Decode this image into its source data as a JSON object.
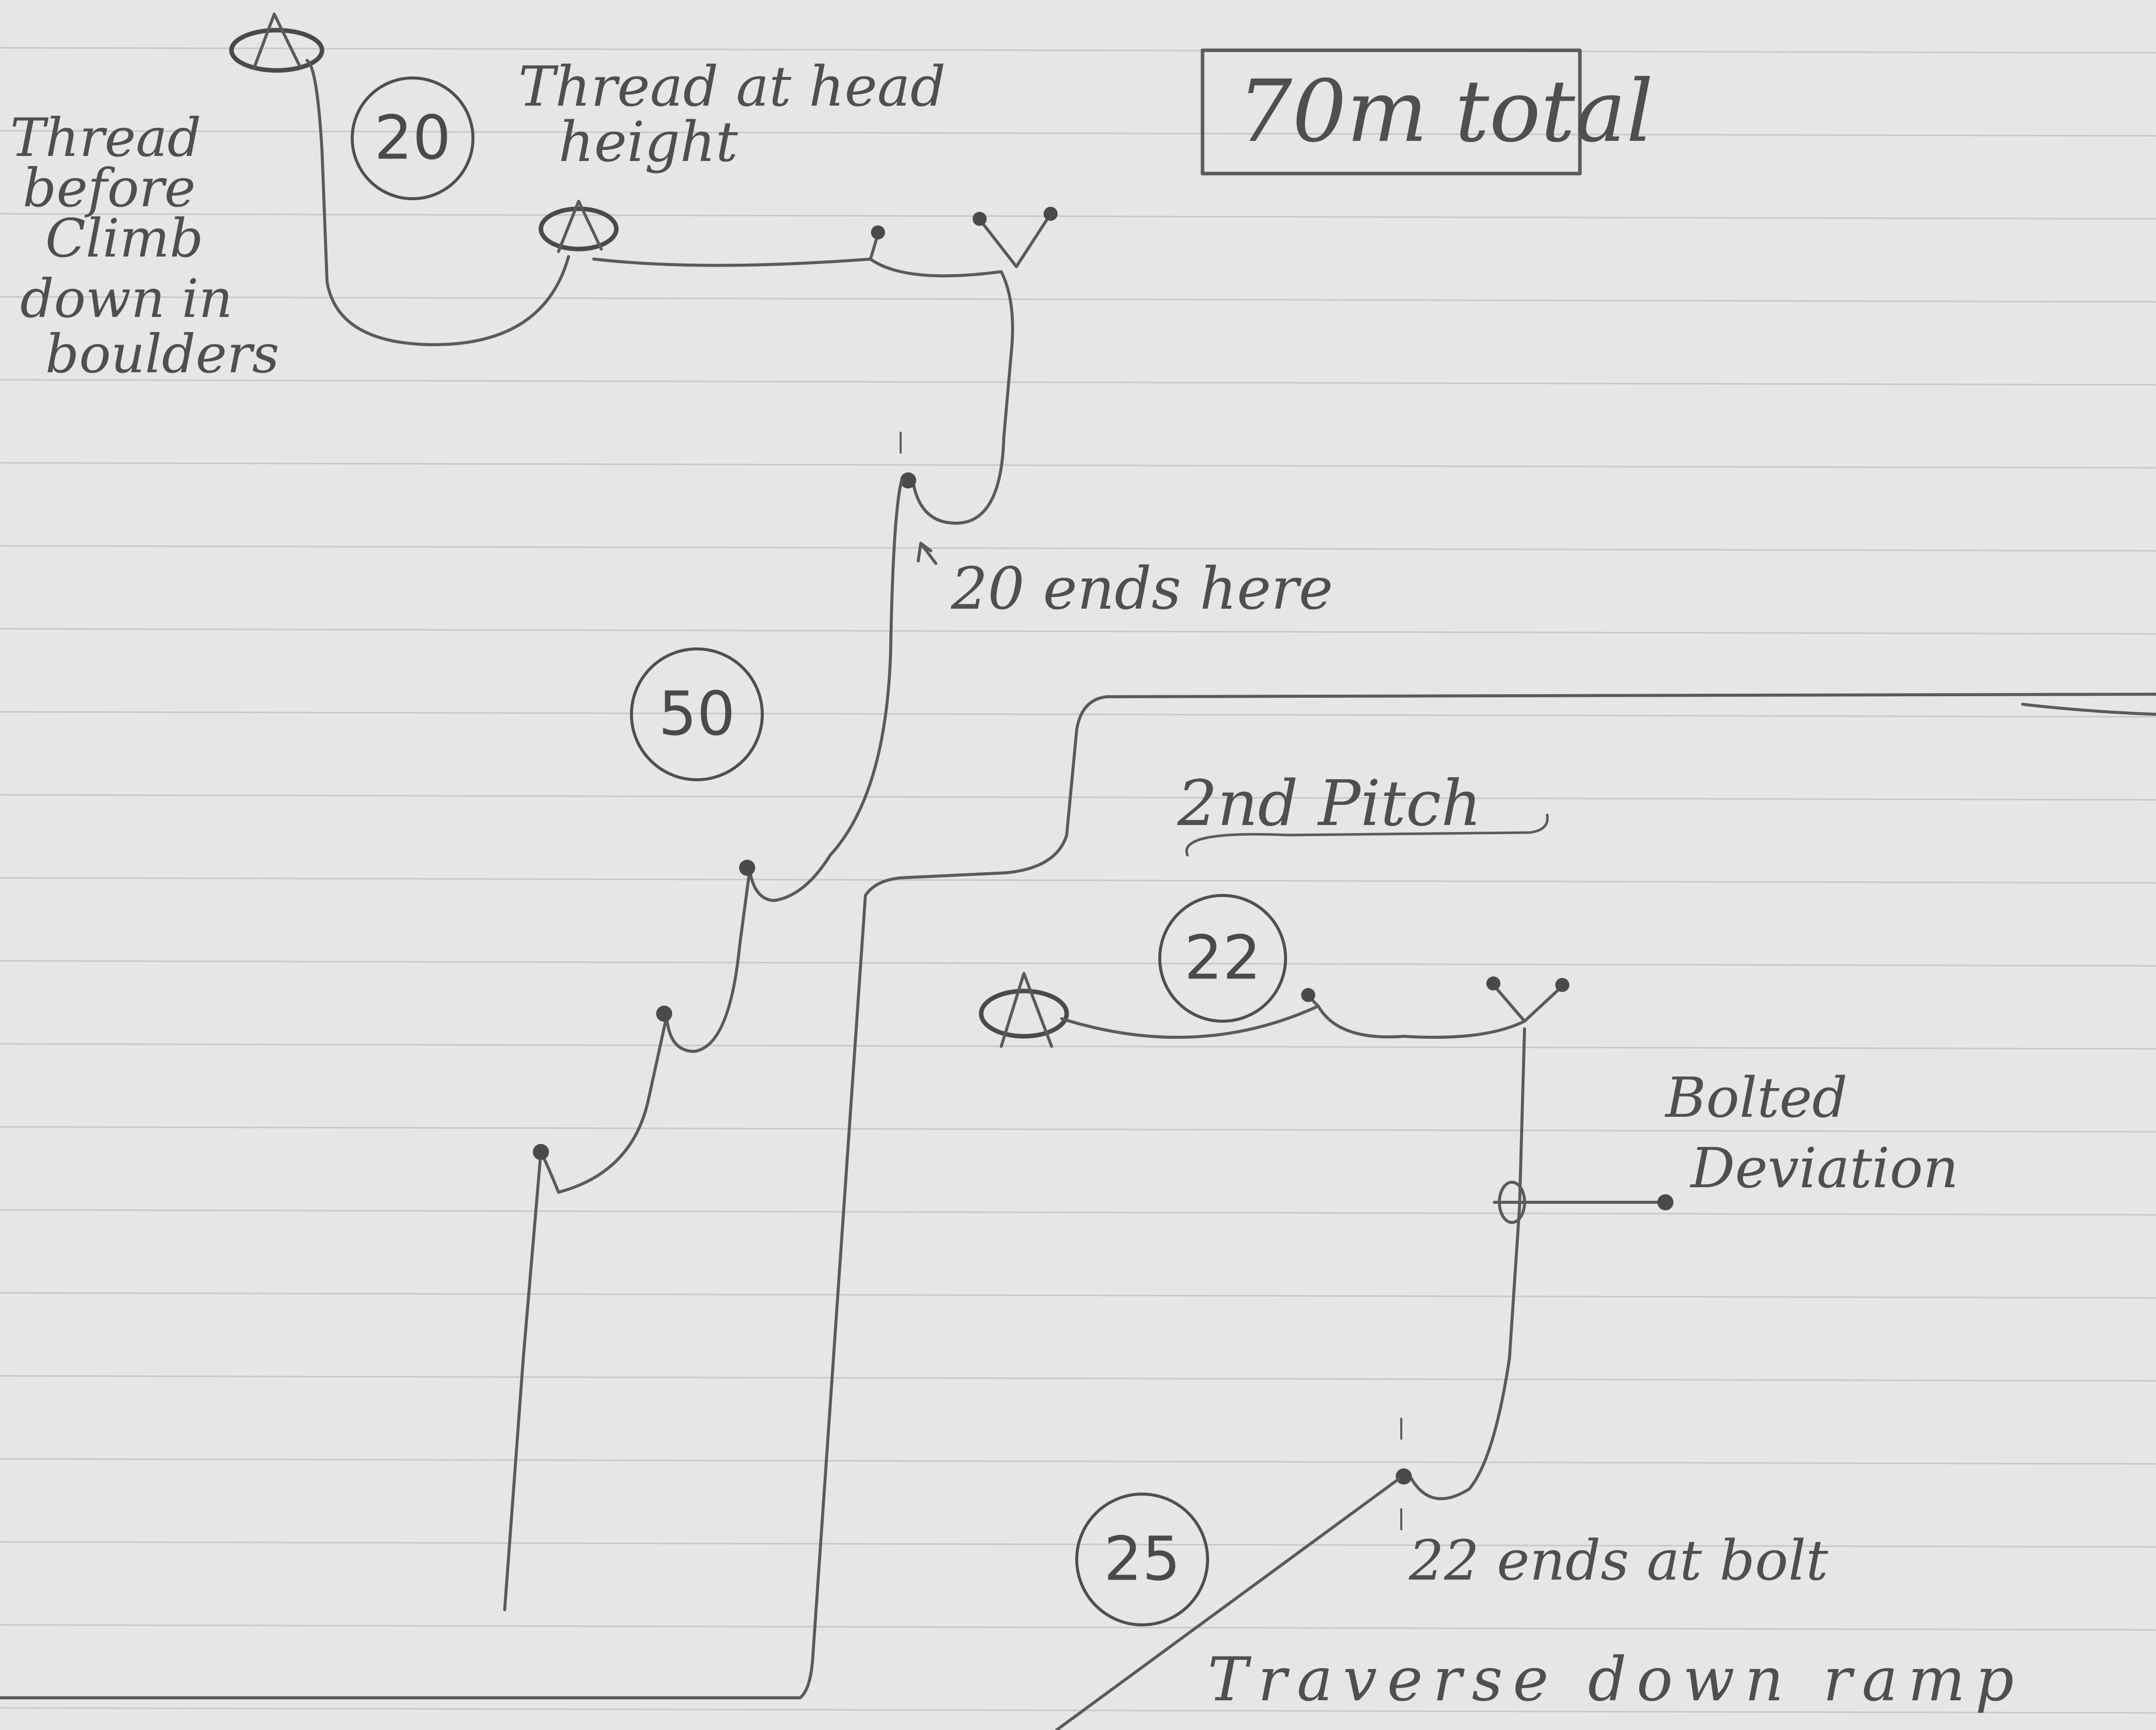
{
  "title": "70m total",
  "notes": {
    "thread_before_climb": [
      "Thread",
      "before",
      "Climb",
      "down in",
      "boulders"
    ],
    "thread_at_head_height": [
      "Thread at head",
      "height"
    ],
    "pitch20_end": "20 ends here",
    "second_pitch": "2nd Pitch",
    "bolted_deviation": [
      "Bolted",
      "Deviation"
    ],
    "pitch22_end": "22 ends at bolt",
    "traverse": "Traverse down ramp"
  },
  "rope_lengths": [
    "20",
    "50",
    "22",
    "25"
  ],
  "colors": {
    "paper": "#e7e6e4",
    "ink": "#4f4f4f",
    "rule": "#c9c8c6"
  }
}
